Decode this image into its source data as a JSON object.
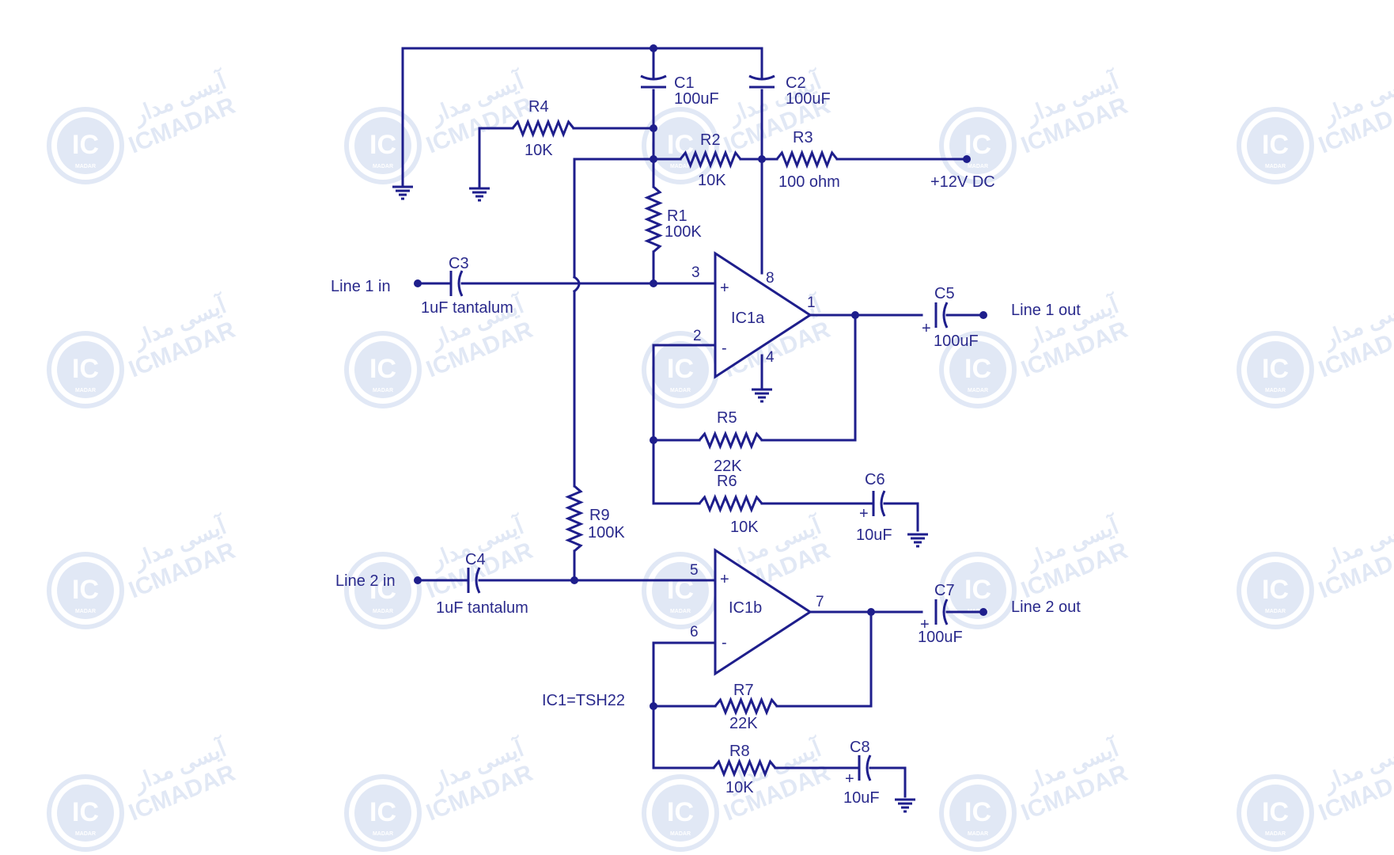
{
  "colors": {
    "wire": "#1e1e8c",
    "text": "#2a2a8c",
    "watermark": "#c9d6ee",
    "background": "#ffffff"
  },
  "watermark": {
    "badge": "IC",
    "sub": "MADAR",
    "latin": "ICMADAR",
    "persian": "آیسی مدار"
  },
  "components": {
    "c1": {
      "ref": "C1",
      "value": "100uF"
    },
    "c2": {
      "ref": "C2",
      "value": "100uF"
    },
    "r4": {
      "ref": "R4",
      "value": "10K"
    },
    "r2": {
      "ref": "R2",
      "value": "10K"
    },
    "r3": {
      "ref": "R3",
      "value": "100 ohm"
    },
    "r1": {
      "ref": "R1",
      "value": "100K"
    },
    "c3": {
      "ref": "C3",
      "value": "1uF tantalum"
    },
    "c5": {
      "ref": "C5",
      "value": "100uF"
    },
    "r5": {
      "ref": "R5",
      "value": "22K"
    },
    "r6": {
      "ref": "R6",
      "value": "10K"
    },
    "c6": {
      "ref": "C6",
      "value": "10uF"
    },
    "r9": {
      "ref": "R9",
      "value": "100K"
    },
    "c4": {
      "ref": "C4",
      "value": "1uF tantalum"
    },
    "c7": {
      "ref": "C7",
      "value": "100uF"
    },
    "r7": {
      "ref": "R7",
      "value": "22K"
    },
    "r8": {
      "ref": "R8",
      "value": "10K"
    },
    "c8": {
      "ref": "C8",
      "value": "10uF"
    }
  },
  "opamps": {
    "ic1a": {
      "name": "IC1a",
      "pins": {
        "plus": "3",
        "minus": "2",
        "out": "1",
        "vcc": "8",
        "gnd": "4"
      }
    },
    "ic1b": {
      "name": "IC1b",
      "pins": {
        "plus": "5",
        "minus": "6",
        "out": "7"
      }
    }
  },
  "terminals": {
    "supply": "+12V DC",
    "line1_in": "Line 1 in",
    "line1_out": "Line 1 out",
    "line2_in": "Line 2 in",
    "line2_out": "Line 2 out"
  },
  "note": "IC1=TSH22",
  "symbols": {
    "plus": "+",
    "minus": "-",
    "cap_polarity": "+"
  }
}
